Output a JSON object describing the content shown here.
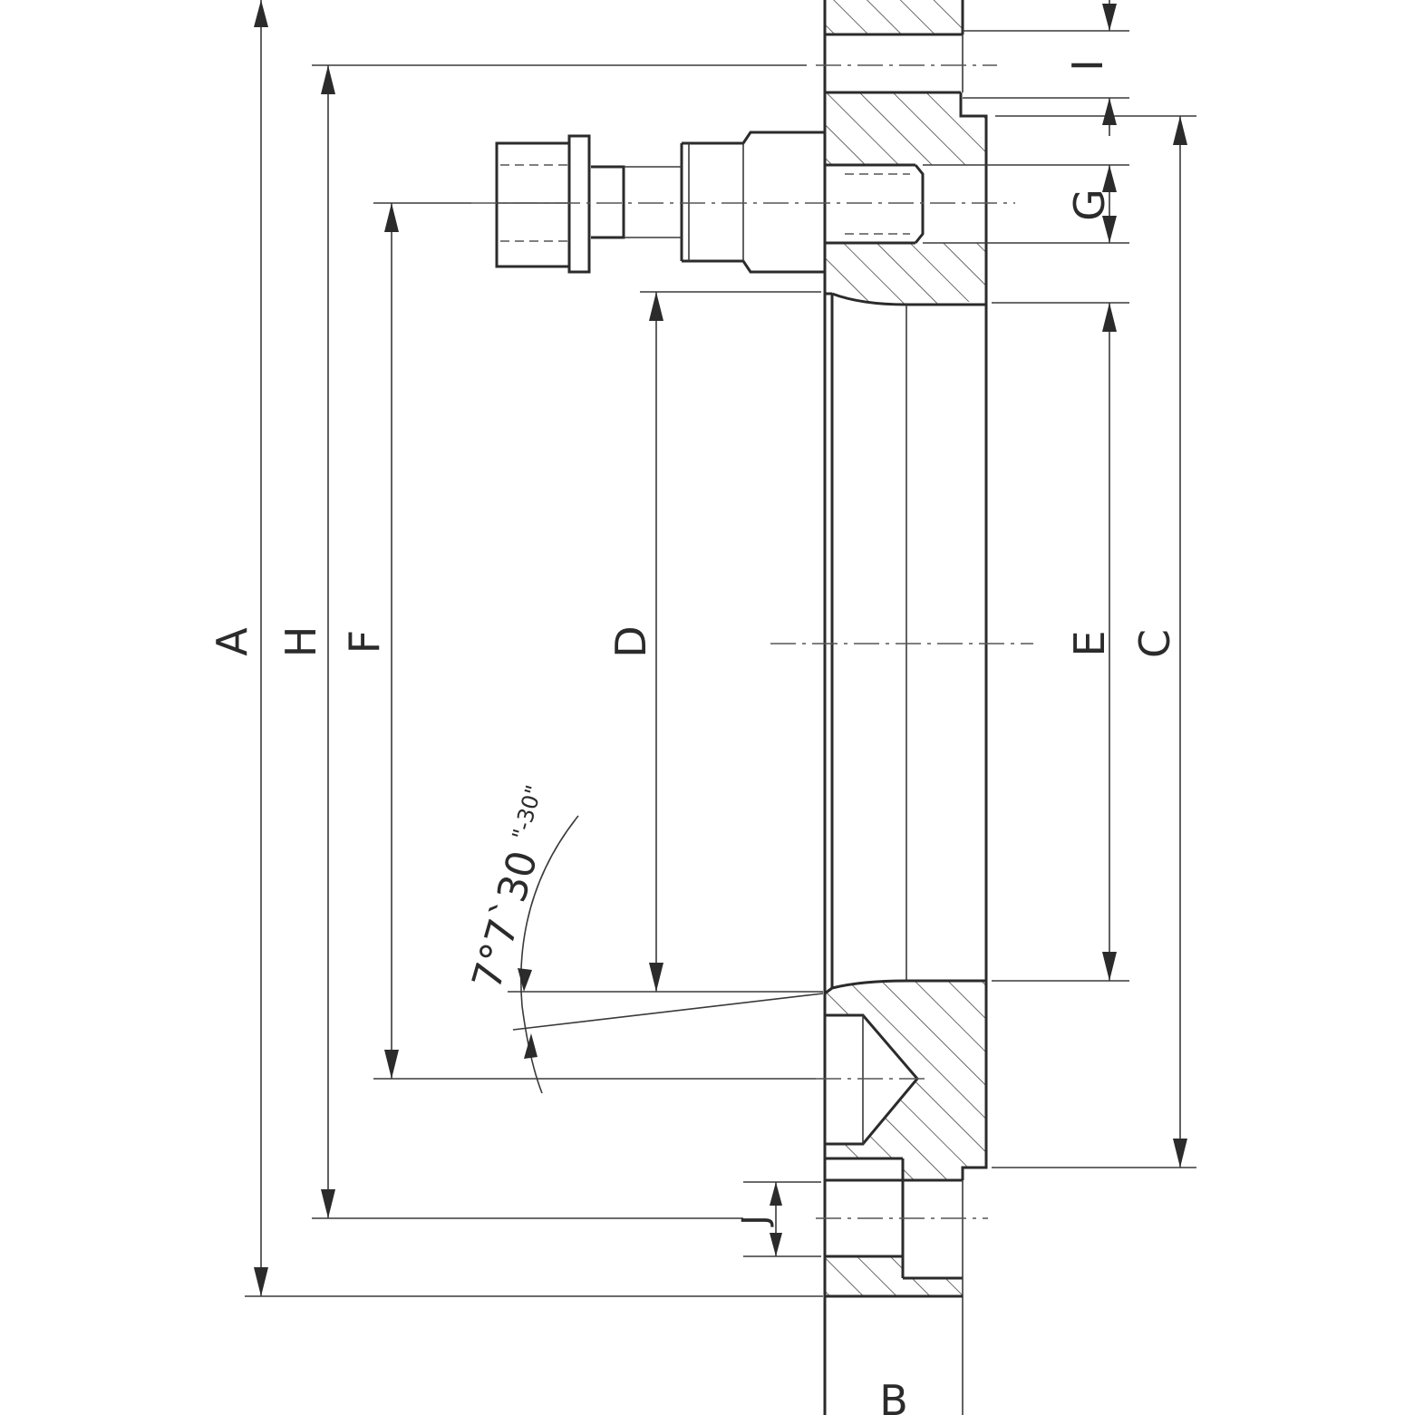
{
  "dimension_labels": {
    "A": "A",
    "B": "B",
    "C": "C",
    "D": "D",
    "E": "E",
    "F": "F",
    "G": "G",
    "H": "H",
    "I": "I",
    "J": "J"
  },
  "angle": {
    "main": "7°7`30",
    "tolerance": "\"-30\""
  },
  "colors": {
    "line": "#2b2b2b",
    "background": "#ffffff"
  }
}
